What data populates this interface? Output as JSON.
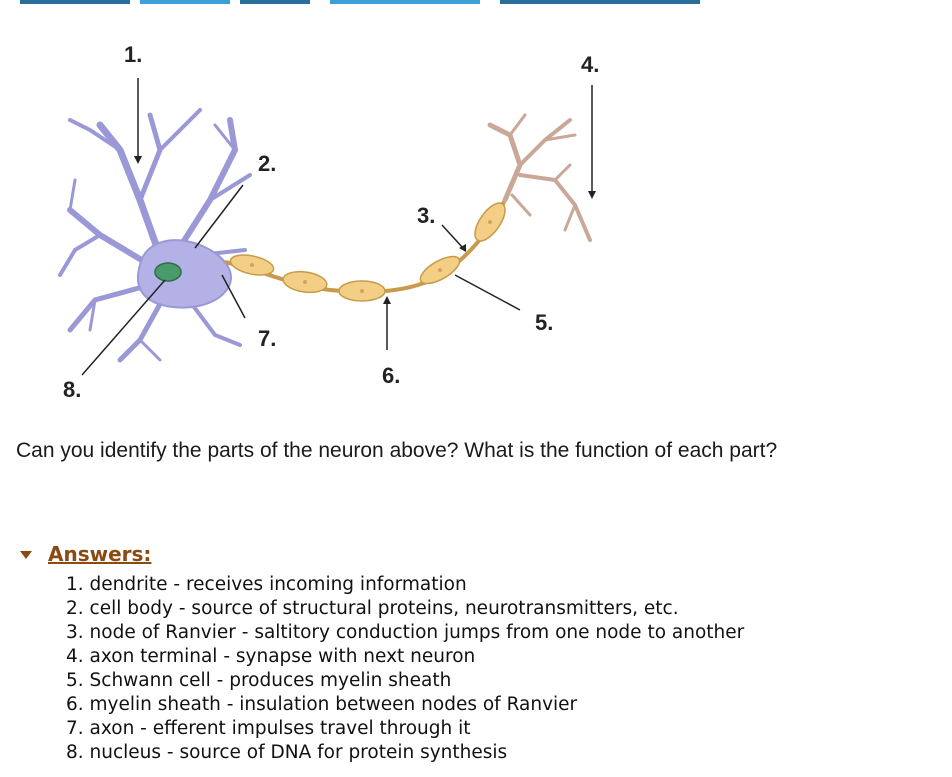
{
  "diagram": {
    "labels": [
      "1.",
      "2.",
      "3.",
      "4.",
      "5.",
      "6.",
      "7.",
      "8."
    ]
  },
  "question": "Can you identify the parts of the neuron above? What is the function of each part?",
  "answers": {
    "title": "Answers:",
    "items": [
      "1. dendrite - receives incoming information",
      "2. cell body - source of structural proteins, neurotransmitters, etc.",
      "3. node of Ranvier - saltitory conduction jumps from one node to another",
      "4. axon terminal - synapse with next neuron",
      "5. Schwann cell - produces myelin sheath",
      "6. myelin sheath - insulation between nodes of Ranvier",
      "7. axon - efferent impulses travel through it",
      "8. nucleus - source of DNA for protein synthesis"
    ]
  },
  "colors": {
    "cell_body": "#b3b1e6",
    "cell_outline": "#8a88c8",
    "nucleus": "#4a9a6a",
    "myelin": "#f3cf86",
    "myelin_outline": "#c89a4a",
    "terminal": "#c9a898",
    "link": "#8a4a12",
    "header_strip": "#3aa0d8"
  }
}
